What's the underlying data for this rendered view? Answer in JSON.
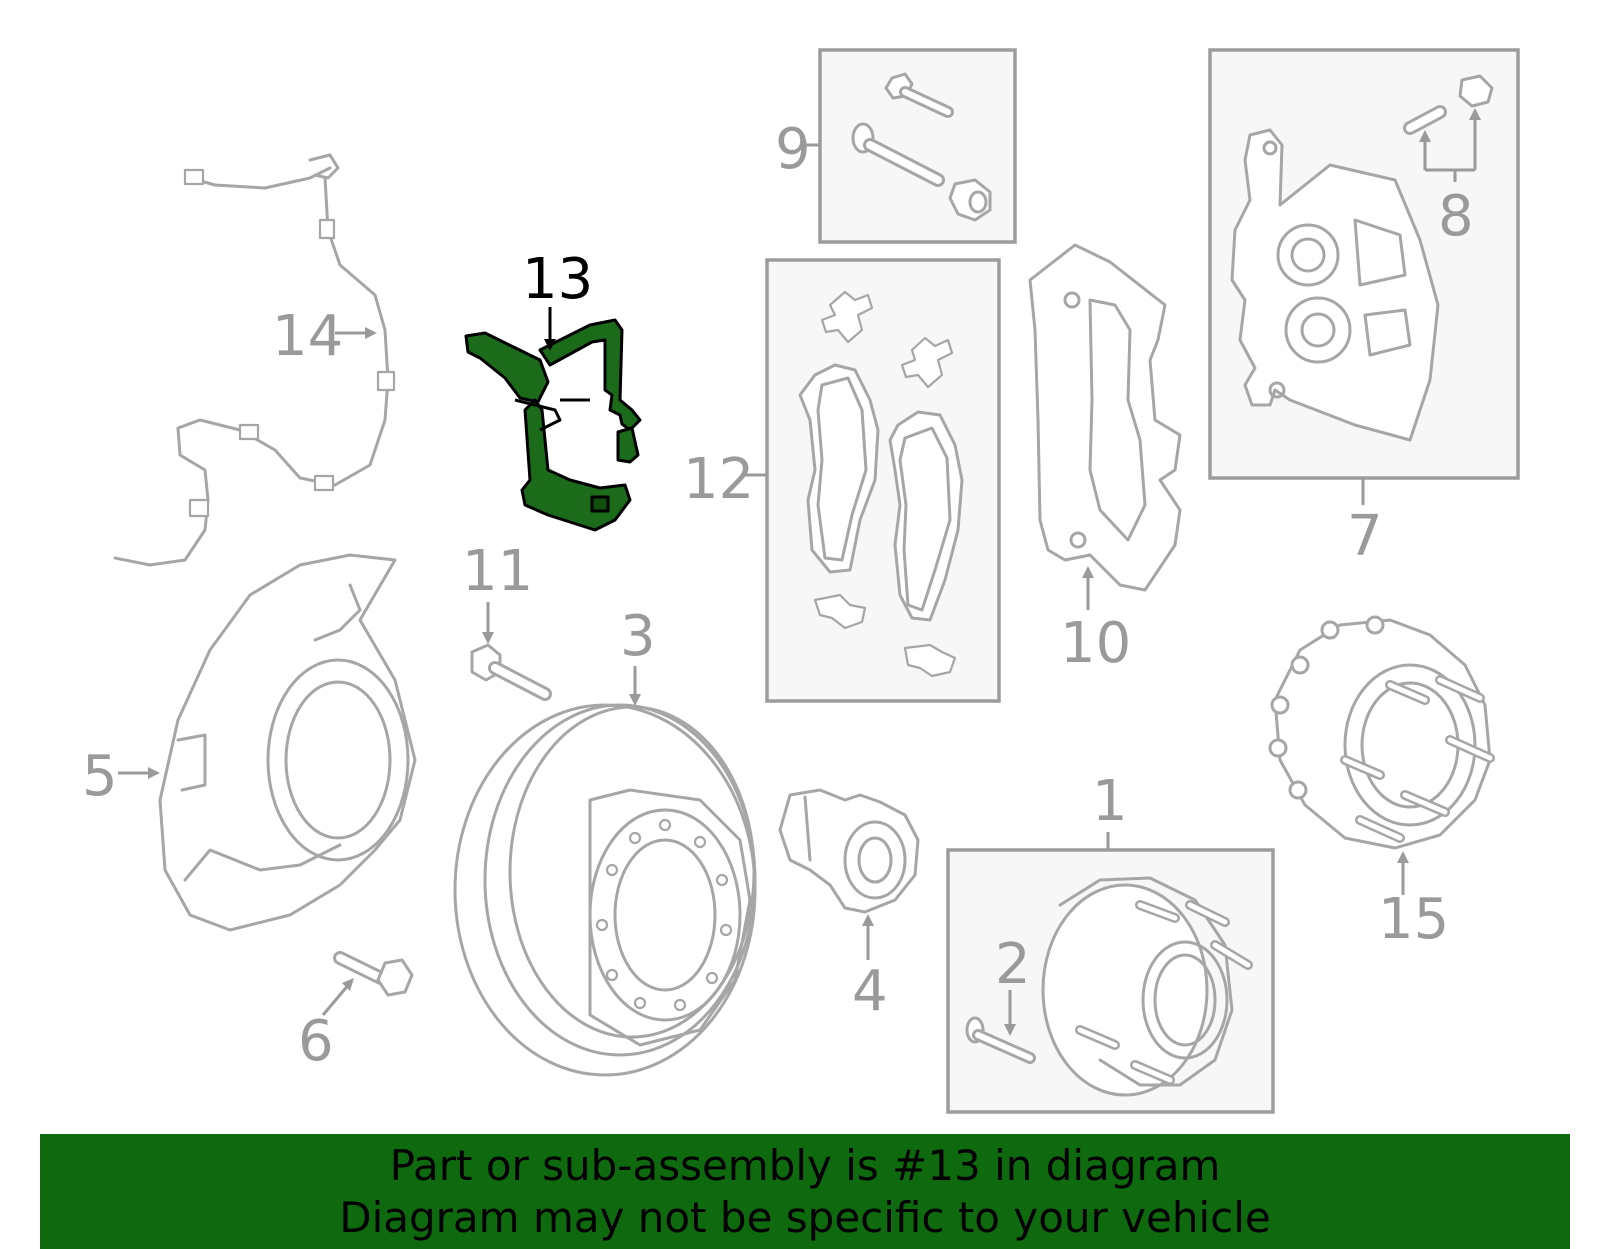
{
  "callouts": {
    "c1": "1",
    "c2": "2",
    "c3": "3",
    "c4": "4",
    "c5": "5",
    "c6": "6",
    "c7": "7",
    "c8": "8",
    "c9": "9",
    "c10": "10",
    "c11": "11",
    "c12": "12",
    "c13": "13",
    "c14": "14",
    "c15": "15"
  },
  "highlighted_part": "13",
  "colors": {
    "highlight_fill": "#1b6b1b",
    "banner_bg": "#0f6a0f",
    "line_gray": "#a6a6a6"
  },
  "banner": {
    "line1": "Part or sub-assembly is #13 in diagram",
    "line2": "Diagram may not be specific to your vehicle"
  }
}
